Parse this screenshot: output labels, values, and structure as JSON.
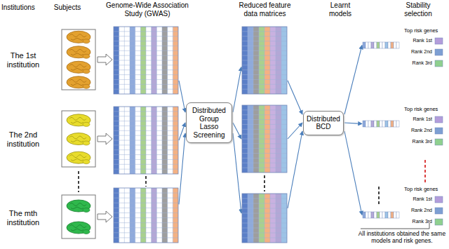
{
  "diagram": {
    "nodes": [
      {
        "text": [
          "Distributed Group Lasso Screening"
        ]
      },
      {
        "text": [
          "Distributed BCD"
        ]
      }
    ],
    "labels": [
      "Institutions",
      "Subjects",
      "Genome-Wide Association Study (GWAS)",
      "Reduced feature data matrices",
      "Learnt models",
      "Stability selection",
      "The 1st institution",
      "The 2nd institution",
      "The mth institution",
      "Top risk genes",
      "Rank 1st",
      "Rank 2nd",
      "Rank 3rd",
      "Top risk genes",
      "Rank 1st",
      "Rank 2nd",
      "Rank 3rd",
      "Top risk genes",
      "Rank 1st",
      "Rank 2nd",
      "Rank 3rd",
      "All institutions obtained the same models and risk genes."
    ]
  }
}
